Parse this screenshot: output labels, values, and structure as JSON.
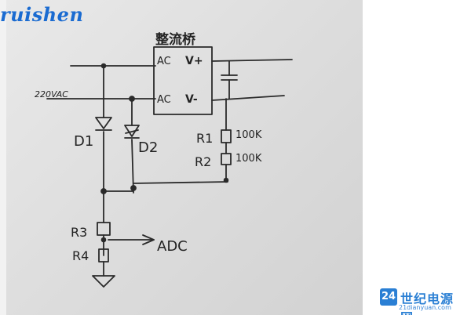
{
  "watermark": {
    "logo_text": "ruishen",
    "site_icon": "24",
    "site_name": "世纪电源网",
    "site_url": "21dianyuan.com"
  },
  "schematic": {
    "bridge_title": "整流桥",
    "pin_ac_top": "AC",
    "pin_v_plus": "V+",
    "pin_ac_bottom": "AC",
    "pin_v_minus": "V-",
    "input_label": "220VAC",
    "diode1_label": "D1",
    "diode2_label": "D2",
    "r1_label": "R1",
    "r1_value": "100K",
    "r2_label": "R2",
    "r2_value": "100K",
    "r3_label": "R3",
    "r4_label": "R4",
    "output_label": "ADC"
  },
  "colors": {
    "ink": "#2a2a2a",
    "paper": "#e2e2e2",
    "watermark_blue": "#2a7fd4"
  }
}
